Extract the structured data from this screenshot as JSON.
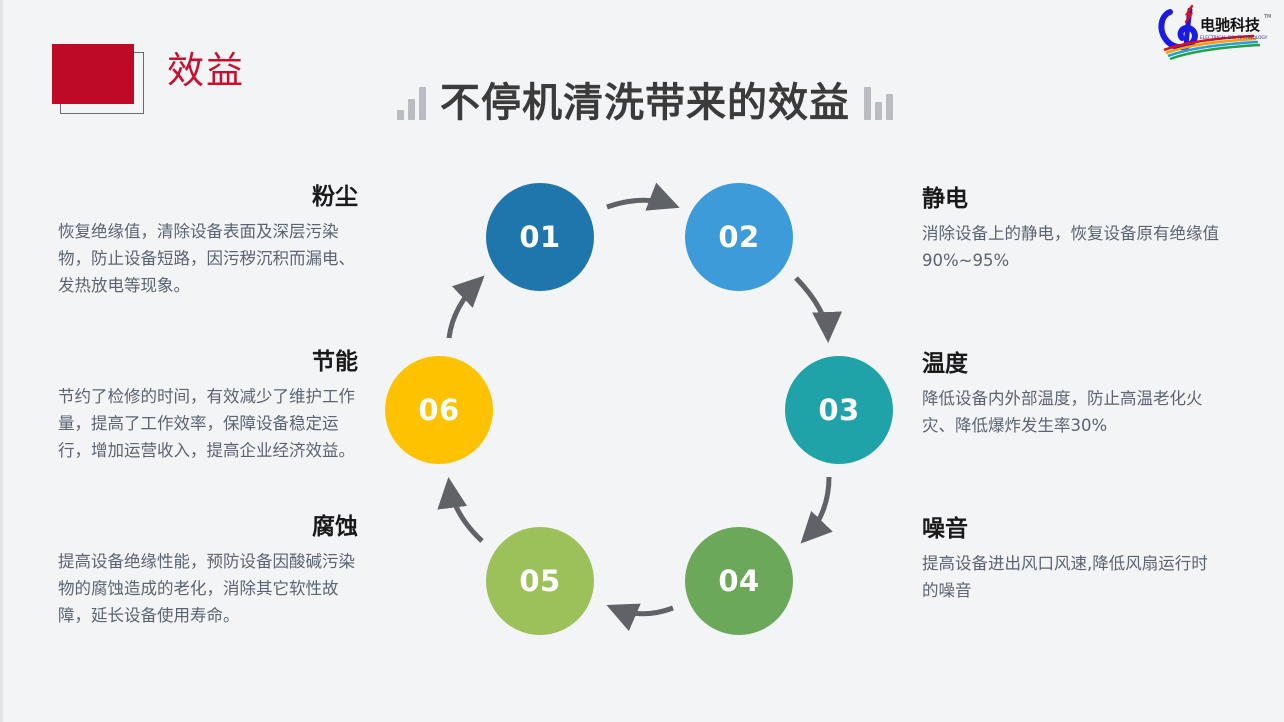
{
  "header": {
    "badge_label": "效益",
    "badge_color": "#be0a26",
    "title": "不停机清洗带来的效益",
    "left_bars_icon": "bar-chart-icon",
    "right_bars_icon": "bar-chart-icon"
  },
  "logo": {
    "brand_cn": "电驰科技",
    "brand_en": "ELECTRICAL DRI TECHNOLOGY",
    "trademark": "TM",
    "mark_icon": "stylized-d-logo-icon"
  },
  "cycle": {
    "nodes": [
      {
        "number": "01",
        "color": "#1f76ad"
      },
      {
        "number": "02",
        "color": "#3d9bd9"
      },
      {
        "number": "03",
        "color": "#1fa3a8"
      },
      {
        "number": "04",
        "color": "#6ba85a"
      },
      {
        "number": "05",
        "color": "#9cc05a"
      },
      {
        "number": "06",
        "color": "#ffc200"
      }
    ],
    "arrow_color": "#5f6368"
  },
  "blocks": {
    "dust": {
      "title": "粉尘",
      "body": "恢复绝缘值，清除设备表面及深层污染物，防止设备短路，因污秽沉积而漏电、发热放电等现象。"
    },
    "energy": {
      "title": "节能",
      "body": "节约了检修的时间，有效减少了维护工作量，提高了工作效率，保障设备稳定运行，增加运营收入，提高企业经济效益。"
    },
    "corrosion": {
      "title": "腐蚀",
      "body": "提高设备绝缘性能，预防设备因酸碱污染物的腐蚀造成的老化，消除其它软性故障，延长设备使用寿命。"
    },
    "static": {
      "title": "静电",
      "body": "消除设备上的静电，恢复设备原有绝缘值90%~95%"
    },
    "temperature": {
      "title": "温度",
      "body": "降低设备内外部温度，防止高温老化火灾、降低爆炸发生率30%"
    },
    "noise": {
      "title": "噪音",
      "body": "提高设备进出风口风速,降低风扇运行时的噪音"
    }
  }
}
